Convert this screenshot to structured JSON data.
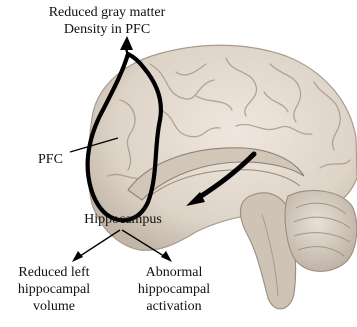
{
  "labels": {
    "title_line1": "Reduced gray matter",
    "title_line2": "Density in PFC",
    "pfc": "PFC",
    "hippocampus": "Hippocampus",
    "left_line1": "Reduced left",
    "left_line2": "hippocampal",
    "left_line3": "volume",
    "right_line1": "Abnormal",
    "right_line2": "hippocampal",
    "right_line3": "activation"
  },
  "colors": {
    "brain_fill": "#e6ddd3",
    "brain_shadow": "#b8aca0",
    "outline": "#000000"
  }
}
